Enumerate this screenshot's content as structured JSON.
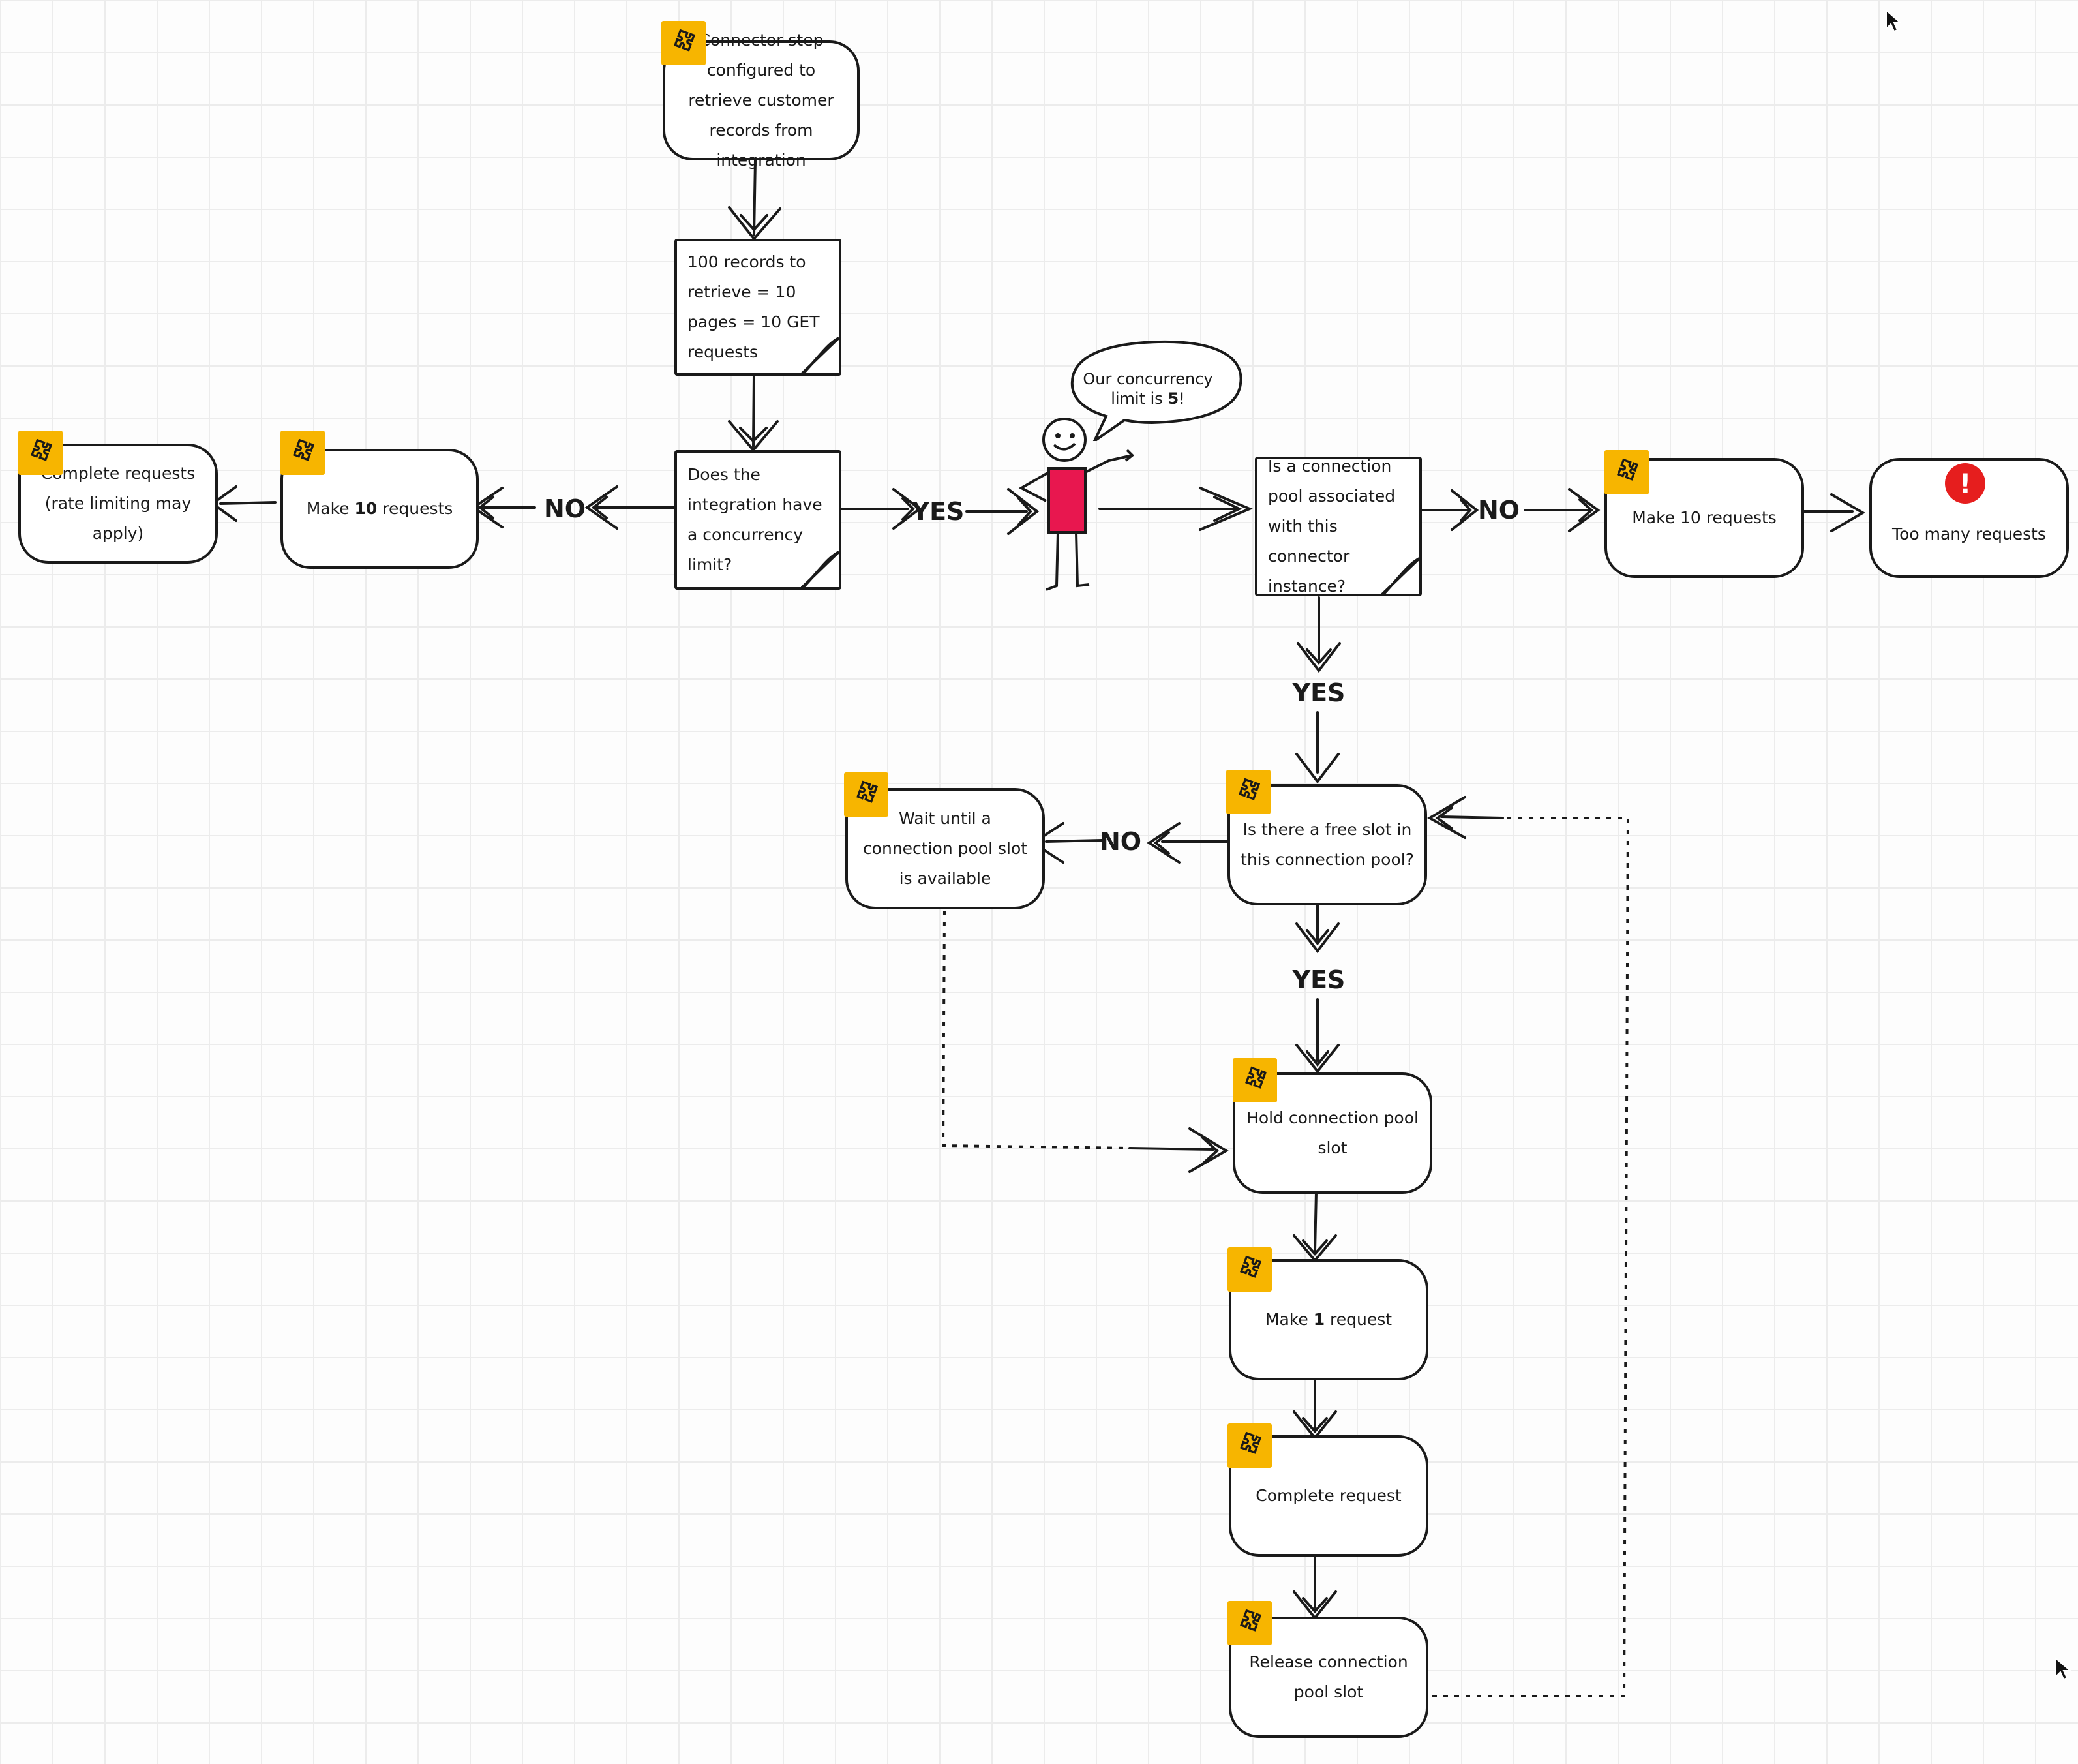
{
  "colors": {
    "badge": "#f7b500",
    "alert": "#e61e1e",
    "figure_body": "#e8174f",
    "line": "#1a1a1a"
  },
  "icons": {
    "badge": "puzzle-gear-icon",
    "alert": "exclamation-icon",
    "cursor": "mouse-pointer-icon"
  },
  "nodes": {
    "connector_step": "Connector step configured to retrieve customer records from integration",
    "records_note": "100 records to retrieve = 10 pages = 10 GET requests",
    "concurrency_question": "Does the integration have a concurrency limit?",
    "make_10_left_prefix": "Make ",
    "make_10_left_bold": "10",
    "make_10_left_suffix": " requests",
    "complete_requests": "Complete requests (rate limiting may apply)",
    "pool_question": "Is a connection pool associated with this connector instance?",
    "make_10_right": "Make 10 requests",
    "too_many": "Too many requests",
    "free_slot_question": "Is there a free slot in this connection pool?",
    "wait_slot": "Wait until a connection pool slot is available",
    "hold_slot": "Hold connection pool slot",
    "make_1_prefix": "Make ",
    "make_1_bold": "1",
    "make_1_suffix": " request",
    "complete_request": "Complete request",
    "release_slot": "Release connection pool slot"
  },
  "speech": {
    "line1": "Our concurrency",
    "line2_prefix": "limit is ",
    "line2_bold": "5",
    "line2_suffix": "!"
  },
  "edge_labels": {
    "no_left": "NO",
    "yes_center": "YES",
    "no_right": "NO",
    "yes_pool": "YES",
    "no_slot": "NO",
    "yes_slot": "YES"
  }
}
